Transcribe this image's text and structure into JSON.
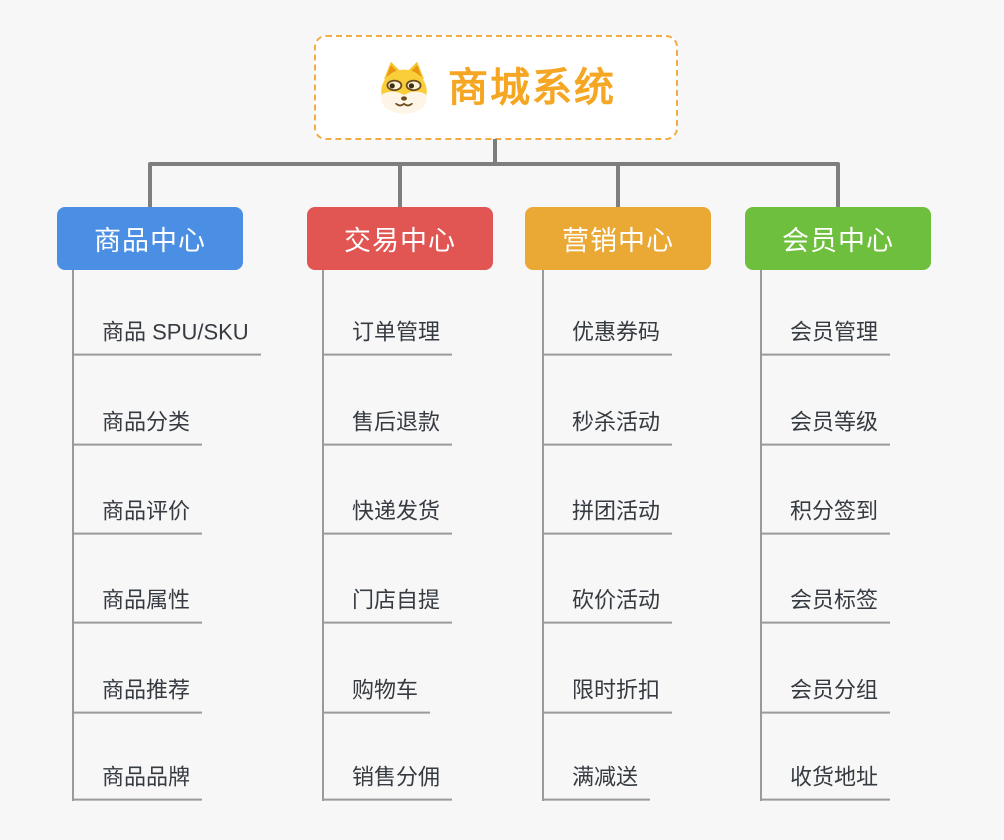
{
  "root": {
    "title": "商城系统",
    "icon": "dog-face-icon"
  },
  "branches": [
    {
      "label": "商品中心",
      "color": "#4a8fe4",
      "items": [
        "商品 SPU/SKU",
        "商品分类",
        "商品评价",
        "商品属性",
        "商品推荐",
        "商品品牌"
      ]
    },
    {
      "label": "交易中心",
      "color": "#e15552",
      "items": [
        "订单管理",
        "售后退款",
        "快递发货",
        "门店自提",
        "购物车",
        "销售分佣"
      ]
    },
    {
      "label": "营销中心",
      "color": "#eaa834",
      "items": [
        "优惠券码",
        "秒杀活动",
        "拼团活动",
        "砍价活动",
        "限时折扣",
        "满减送"
      ]
    },
    {
      "label": "会员中心",
      "color": "#6fbf3e",
      "items": [
        "会员管理",
        "会员等级",
        "积分签到",
        "会员标签",
        "会员分组",
        "收货地址"
      ]
    }
  ],
  "colors": {
    "background": "#f7f7f7",
    "root_text": "#f5a623",
    "root_border": "#f2ab45",
    "connector": "#7e7e7e",
    "child_line": "#9a9a9a",
    "item_text": "#363b41"
  }
}
